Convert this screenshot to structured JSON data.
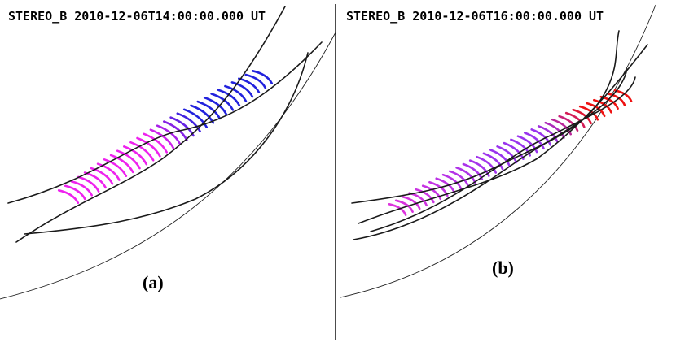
{
  "panels": [
    {
      "title": "STEREO_B 2010-12-06T14:00:00.000 UT",
      "label": "(a)",
      "colors": [
        "#ee22ee",
        "#2222dd"
      ]
    },
    {
      "title": "STEREO_B 2010-12-06T16:00:00.000 UT",
      "label": "(b)",
      "colors": [
        "#dd33dd",
        "#9933ee",
        "#ee1111"
      ]
    }
  ]
}
